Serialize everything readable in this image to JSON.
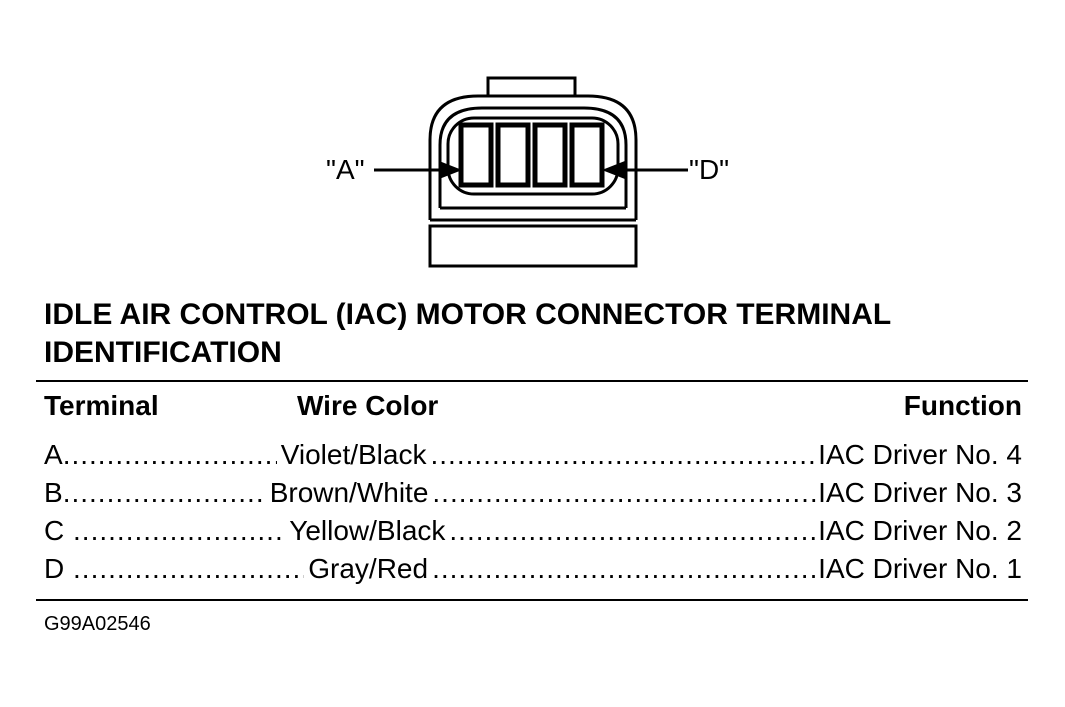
{
  "diagram": {
    "callout_left": "\"A\"",
    "callout_right": "\"D\""
  },
  "title": {
    "line1": "IDLE AIR CONTROL (IAC) MOTOR CONNECTOR TERMINAL",
    "line2": "IDENTIFICATION"
  },
  "table": {
    "headers": {
      "terminal": "Terminal",
      "wire_color": "Wire Color",
      "function": "Function"
    },
    "rows": [
      {
        "terminal": "A",
        "wire_color": "Violet/Black",
        "function": "IAC Driver No. 4"
      },
      {
        "terminal": "B",
        "wire_color": "Brown/White",
        "function": "IAC Driver No. 3"
      },
      {
        "terminal": "C",
        "wire_color": "Yellow/Black",
        "function": "IAC Driver No. 2"
      },
      {
        "terminal": "D",
        "wire_color": "Gray/Red",
        "function": "IAC Driver No. 1"
      }
    ]
  },
  "figure_id": "G99A02546"
}
